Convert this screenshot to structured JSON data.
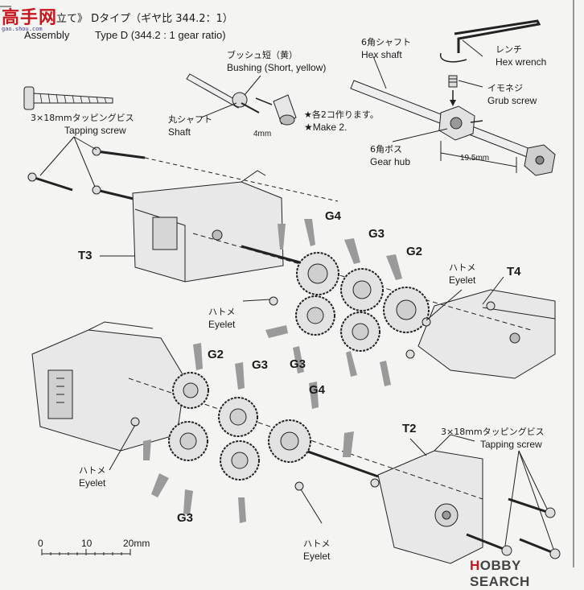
{
  "header": {
    "jp_title": "立て》 Dタイプ（ギヤ比 344.2：1）",
    "en_left": "Assembly",
    "en_title": "Type D (344.2 : 1 gear ratio)"
  },
  "parts": {
    "bushing_jp": "ブッシュ短（黄）",
    "bushing_en": "Bushing (Short, yellow)",
    "shaft_jp": "丸シャフト",
    "shaft_en": "Shaft",
    "shaft_dim": "4mm",
    "note1": "★各2コ作ります。",
    "note2": "★Make 2.",
    "hex_shaft_jp": "6角シャフト",
    "hex_shaft_en": "Hex shaft",
    "wrench_jp": "レンチ",
    "wrench_en": "Hex wrench",
    "grub_jp": "イモネジ",
    "grub_en": "Grub screw",
    "gearhub_jp": "6角ボス",
    "gearhub_en": "Gear hub",
    "hub_dim": "19.5mm",
    "screw_jp": "3×18mmタッピングビス",
    "screw_en": "Tapping screw",
    "screw2_jp": "3×18mmタッピングビス",
    "screw2_en": "Tapping screw",
    "eyelet_jp": "ハトメ",
    "eyelet_en": "Eyelet"
  },
  "callouts": {
    "t3": "T3",
    "t4": "T4",
    "t2": "T2",
    "g4_top": "G4",
    "g3_top": "G3",
    "g2_top": "G2",
    "g3_mid": "G3",
    "g2_low": "G2",
    "g3_low": "G3",
    "g4_low": "G4",
    "g3_bottom": "G3"
  },
  "scale": {
    "t0": "0",
    "t10": "10",
    "t20": "20mm"
  },
  "watermark": {
    "left": "高手网",
    "left_sub": "gao.shou.com",
    "right_a": "H",
    "right_b": "OBBY SEARCH"
  }
}
